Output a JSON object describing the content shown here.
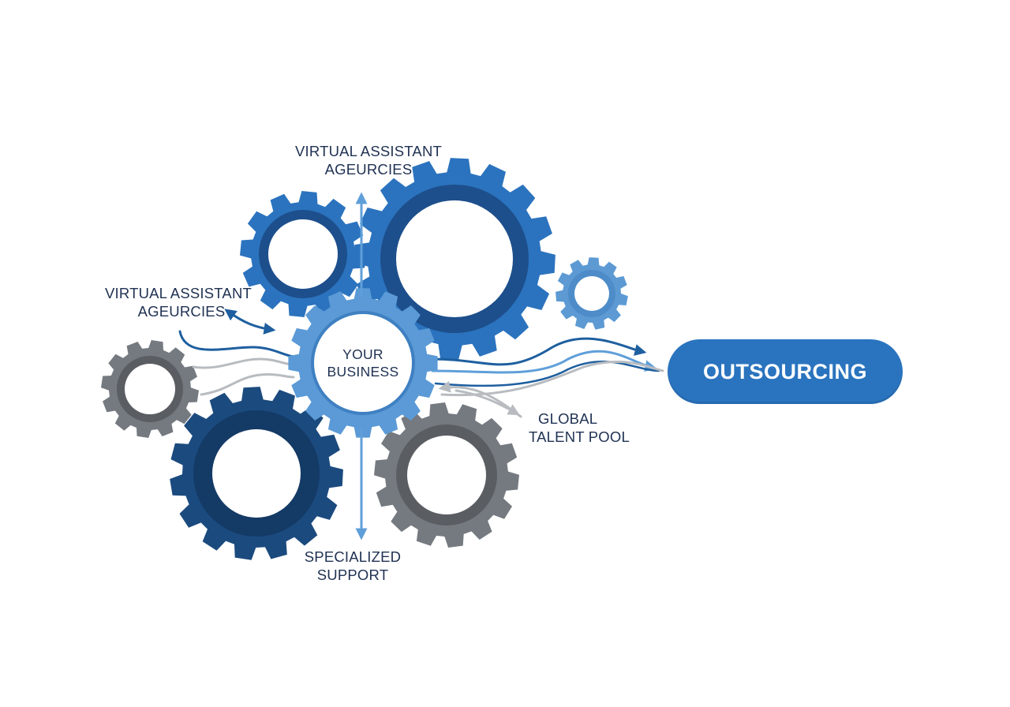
{
  "labels": {
    "top": {
      "line1": "VIRTUAL ASSISTANT",
      "line2": "AGEURCIES"
    },
    "left": {
      "line1": "VIRTUAL ASSISTANT",
      "line2": "AGEURCIES"
    },
    "center": {
      "line1": "YOUR",
      "line2": "BUSINESS"
    },
    "right": {
      "line1": "GLOBAL",
      "line2": "TALENT POOL"
    },
    "bottom": {
      "line1": "SPECIALIZED",
      "line2": "SUPPORT"
    },
    "pill": "OUTSOURCING"
  },
  "colors": {
    "gear_blue": "#2b73be",
    "gear_blue_ring": "#1d4f8c",
    "gear_navy": "#1b4a7e",
    "gear_navy_ring": "#143a66",
    "gear_light": "#5b9ad6",
    "gear_small_light": "#5d9ad3",
    "gear_gray": "#757a80",
    "gear_gray_ring": "#5a5e63",
    "text": "#1f3152",
    "pill": "#2a74bf",
    "arrow_light_blue": "#5f9fd9",
    "arrow_dark_blue": "#1e5f9f",
    "arrow_gray": "#b8bcc0"
  },
  "icons": {
    "gears": "gear-icon",
    "arrows": "arrow-icon"
  }
}
